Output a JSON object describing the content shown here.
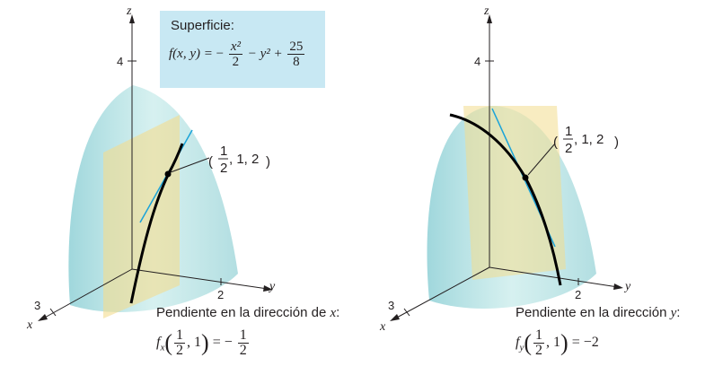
{
  "left_panel": {
    "axis_z": "z",
    "axis_y": "y",
    "axis_x": "x",
    "tick_z": "4",
    "tick_y": "2",
    "tick_x": "3",
    "surface_box": {
      "title": "Superficie:",
      "lhs": "f(x, y) =",
      "term1_sign": "−",
      "term1_num": "x²",
      "term1_den": "2",
      "term2": "− y² +",
      "term3_num": "25",
      "term3_den": "8"
    },
    "point_label": {
      "open": "(",
      "frac_num": "1",
      "frac_den": "2",
      "rest": ", 1, 2",
      "close": ")"
    },
    "slope_title_prefix": "Pendiente en la dirección de",
    "slope_title_var": "x",
    "slope_title_suffix": ":",
    "slope_eq": {
      "fn": "f",
      "sub": "x",
      "arg_num": "1",
      "arg_den": "2",
      "arg_rest": ", 1",
      "equals": "= −",
      "val_num": "1",
      "val_den": "2"
    }
  },
  "right_panel": {
    "axis_z": "z",
    "axis_y": "y",
    "axis_x": "x",
    "tick_z": "4",
    "tick_y": "2",
    "tick_x": "3",
    "point_label": {
      "open": "(",
      "frac_num": "1",
      "frac_den": "2",
      "rest": ", 1, 2",
      "close": ")"
    },
    "slope_title_prefix": "Pendiente en la dirección",
    "slope_title_var": "y",
    "slope_title_suffix": ":",
    "slope_eq": {
      "fn": "f",
      "sub": "y",
      "arg_num": "1",
      "arg_den": "2",
      "arg_rest": ", 1",
      "equals": "= −2"
    }
  },
  "colors": {
    "surface": "#a8dce0",
    "plane": "#f3dc8e",
    "tangent": "#1aa3d9",
    "curve": "#000000",
    "axis": "#231f20",
    "box": "#c8e8f3"
  }
}
